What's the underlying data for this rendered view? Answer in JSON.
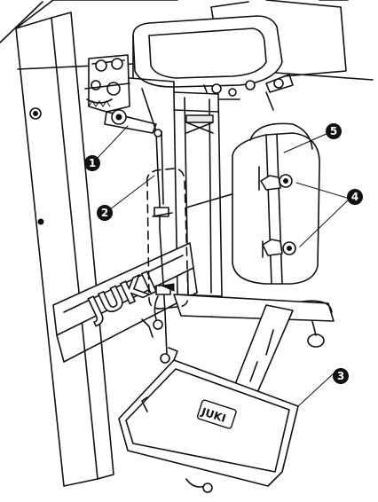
{
  "callouts": [
    {
      "key": "pedal-rod-1",
      "number": "1"
    },
    {
      "key": "connecting-rod-2",
      "number": "2"
    },
    {
      "key": "pedal-3",
      "number": "3"
    },
    {
      "key": "joint-nut-4",
      "number": "4"
    },
    {
      "key": "rod-5",
      "number": "5"
    }
  ],
  "logos": {
    "rail": "JUKI",
    "pedal": "JUKI"
  }
}
